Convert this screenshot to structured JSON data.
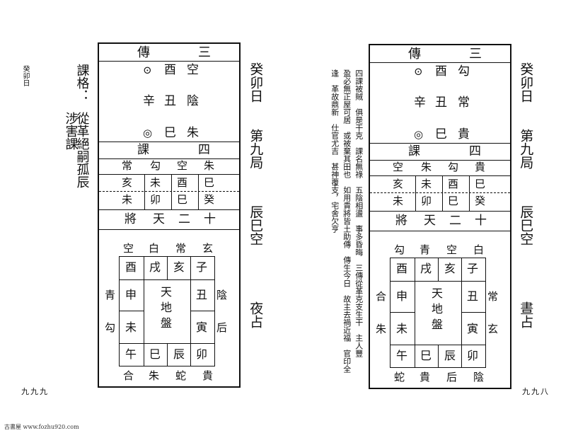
{
  "left_page": {
    "header": "癸卯日",
    "page_number": "九九九",
    "side_columns": [
      "課格：",
      "涉害課",
      "從革絕嗣孤辰"
    ],
    "right_title": [
      "癸卯日",
      "第九局",
      "辰巳空",
      "夜占"
    ],
    "chuan_header": [
      "傳",
      "三"
    ],
    "chuan_rows": [
      {
        "mark": "⊙",
        "branch": "酉",
        "god": "空"
      },
      {
        "mark": "",
        "stem": "辛",
        "branch": "丑",
        "god": "陰"
      },
      {
        "mark": "◎",
        "branch": "巳",
        "god": "朱"
      }
    ],
    "ke_header": [
      "課",
      "四"
    ],
    "ke_gods": [
      "常",
      "勾",
      "空",
      "朱"
    ],
    "ke_row1": [
      "亥",
      "未",
      "酉",
      "巳"
    ],
    "ke_row2": [
      "未",
      "卯",
      "巳",
      "癸"
    ],
    "jiang_header": [
      "將",
      "天",
      "二",
      "十"
    ],
    "top_gods": [
      "空",
      "白",
      "常",
      "玄"
    ],
    "top_branches": [
      "酉",
      "戌",
      "亥",
      "子"
    ],
    "left_gods": [
      "青",
      "勾"
    ],
    "left_branches": [
      "申",
      "未"
    ],
    "right_branches": [
      "丑",
      "寅"
    ],
    "right_gods": [
      "陰",
      "后"
    ],
    "bottom_branches": [
      "午",
      "巳",
      "辰",
      "卯"
    ],
    "bottom_gods": [
      "合",
      "朱",
      "蛇",
      "貴"
    ],
    "center_label": [
      "天",
      "地",
      "盤"
    ]
  },
  "right_page": {
    "page_number": "九九八",
    "commentary": [
      "四課被賊　俱是干克　課名無祿　五陰相盪　事多昏晦　三傳從革克支生干　主人豐",
      "盈必無正屋可居　或被棄其田也　如用貴將皆土助傳　傳生今日　故主去禍近福　官印全",
      "逢　革故鼎新　仕官尤吉　甚神覆支，宅舍欠亨"
    ],
    "right_title": [
      "癸卯日",
      "第九局",
      "辰巳空",
      "晝占"
    ],
    "chuan_header": [
      "傳",
      "三"
    ],
    "chuan_rows": [
      {
        "mark": "⊙",
        "branch": "酉",
        "god": "勾"
      },
      {
        "mark": "",
        "stem": "辛",
        "branch": "丑",
        "god": "常"
      },
      {
        "mark": "◎",
        "branch": "巳",
        "god": "貴"
      }
    ],
    "ke_header": [
      "課",
      "四"
    ],
    "ke_gods": [
      "空",
      "朱",
      "勾",
      "貴"
    ],
    "ke_row1": [
      "亥",
      "未",
      "酉",
      "巳"
    ],
    "ke_row2": [
      "未",
      "卯",
      "巳",
      "癸"
    ],
    "jiang_header": [
      "將",
      "天",
      "二",
      "十"
    ],
    "top_gods": [
      "勾",
      "青",
      "空",
      "白"
    ],
    "top_branches": [
      "酉",
      "戌",
      "亥",
      "子"
    ],
    "left_gods": [
      "合",
      "朱"
    ],
    "left_branches": [
      "申",
      "未"
    ],
    "right_branches": [
      "丑",
      "寅"
    ],
    "right_gods": [
      "常",
      "玄"
    ],
    "bottom_branches": [
      "午",
      "巳",
      "辰",
      "卯"
    ],
    "bottom_gods": [
      "蛇",
      "貴",
      "后",
      "陰"
    ],
    "center_label": [
      "天",
      "地",
      "盤"
    ]
  },
  "footer": "古書屋 www.fozhu920.com"
}
